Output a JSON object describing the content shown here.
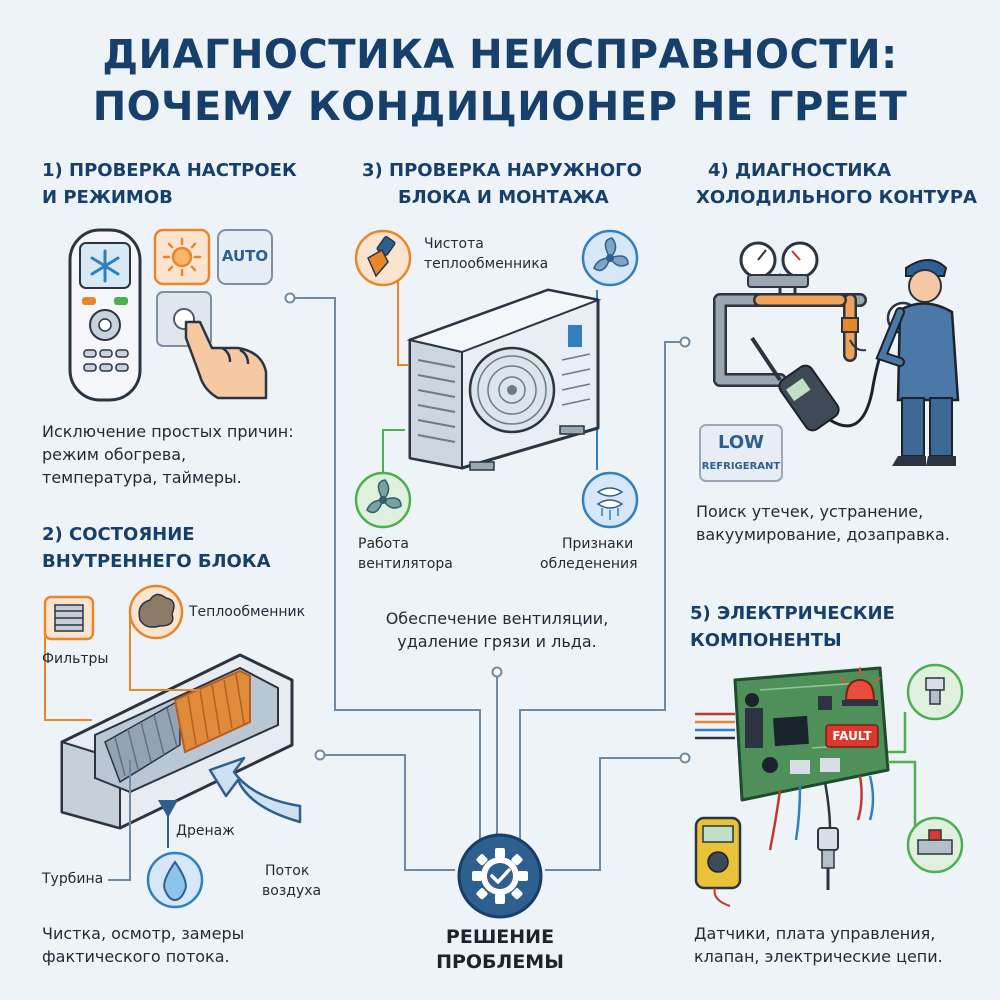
{
  "title": {
    "line1": "ДИАГНОСТИКА НЕИСПРАВНОСТИ:",
    "line2": "ПОЧЕМУ КОНДИЦИОНЕР НЕ ГРЕЕТ"
  },
  "sections": {
    "settings": {
      "heading1": "1) ПРОВЕРКА НАСТРОЕК",
      "heading2": "И РЕЖИМОВ",
      "auto_label": "AUTO",
      "desc1": "Исключение простых причин:",
      "desc2": "режим обогрева,",
      "desc3": "температура, таймеры."
    },
    "indoor": {
      "heading1": "2) СОСТОЯНИЕ",
      "heading2": "ВНУТРЕННЕГО БЛОКА",
      "label_filters": "Фильтры",
      "label_exchanger": "Теплообменник",
      "label_drain": "Дренаж",
      "label_turbine": "Турбина",
      "label_airflow1": "Поток",
      "label_airflow2": "воздуха",
      "desc1": "Чистка, осмотр, замеры",
      "desc2": "фактического потока."
    },
    "outdoor": {
      "heading1": "3) ПРОВЕРКА НАРУЖНОГО",
      "heading2": "БЛОКА И МОНТАЖА",
      "label_clean1": "Чистота",
      "label_clean2": "теплообменника",
      "label_fan1": "Работа",
      "label_fan2": "вентилятора",
      "label_ice1": "Признаки",
      "label_ice2": "обледенения",
      "desc1": "Обеспечение вентиляции,",
      "desc2": "удаление грязи и льда."
    },
    "refrigerant": {
      "heading1": "4) ДИАГНОСТИКА",
      "heading2": "ХОЛОДИЛЬНОГО КОНТУРА",
      "sign_line1": "LOW",
      "sign_line2": "REFRIGERANT",
      "desc1": "Поиск утечек, устранение,",
      "desc2": "вакуумирование, дозаправка."
    },
    "electrical": {
      "heading1": "5) ЭЛЕКТРИЧЕСКИЕ",
      "heading2": "КОМПОНЕНТЫ",
      "fault_label": "FAULT",
      "desc1": "Датчики, плата управления,",
      "desc2": "клапан, электрические цепи."
    }
  },
  "center": {
    "line1": "РЕШЕНИЕ",
    "line2": "ПРОБЛЕМЫ"
  },
  "colors": {
    "title": "#173f6b",
    "orange": "#e8862a",
    "green": "#4caf50",
    "blue": "#2f7fc1",
    "connector": "#6f8aa3",
    "background": "#eef3f8"
  },
  "icons": [
    "snowflake-icon",
    "sun-icon",
    "hand-pointer-icon",
    "brush-icon",
    "fan-icon",
    "ice-icon",
    "gear-check-icon",
    "gauge-icon",
    "filter-icon",
    "dirt-icon",
    "water-drop-icon",
    "valve-icon",
    "sensor-icon",
    "alarm-light-icon"
  ]
}
